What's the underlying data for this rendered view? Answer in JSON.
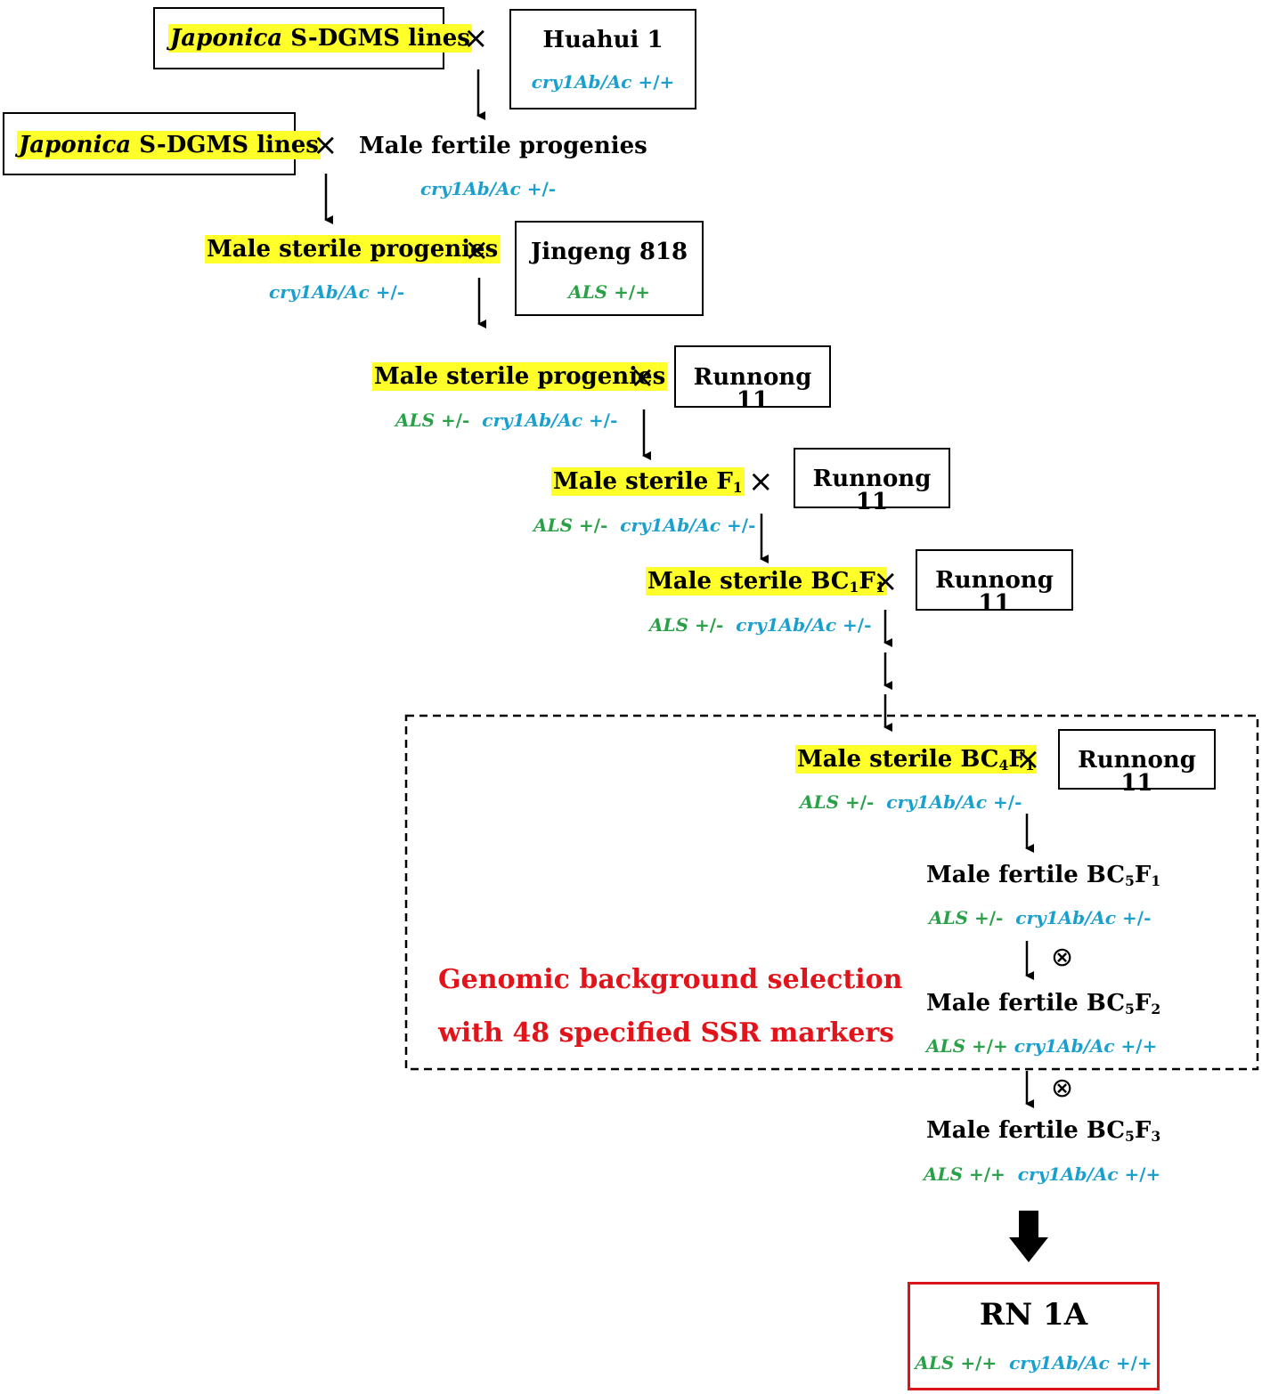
{
  "rows": {
    "r1": {
      "japonica_italic": "Japonica",
      "japonica_rest": " S-DGMS lines",
      "cross": "×",
      "partner": "Huahui 1",
      "partner_cry": "cry1Ab/Ac",
      "partner_cry_val": " +/+"
    },
    "r2": {
      "japonica_italic": "Japonica",
      "japonica_rest": " S-DGMS lines",
      "cross": "×",
      "progeny": "Male fertile progenies",
      "cry": "cry1Ab/Ac",
      "cry_val": " +/-"
    },
    "r3": {
      "label": "Male sterile progenies",
      "cross": "×",
      "cry": "cry1Ab/Ac",
      "cry_val": " +/-",
      "partner": "Jingeng 818",
      "partner_als": "ALS",
      "partner_als_val": " +/+"
    },
    "r4": {
      "label": "Male sterile progenies",
      "cross": "×",
      "partner": "Runnong 11",
      "als": "ALS",
      "als_val": " +/-",
      "cry": "cry1Ab/Ac",
      "cry_val": " +/-"
    },
    "r5": {
      "label": "Male sterile F",
      "sub": "1",
      "cross": "×",
      "partner": "Runnong 11",
      "als": "ALS",
      "als_val": " +/-",
      "cry": "cry1Ab/Ac",
      "cry_val": " +/-"
    },
    "r6": {
      "label": "Male sterile BC",
      "sub1": "1",
      "mid": "F",
      "sub2": "1",
      "cross": "×",
      "partner": "Runnong 11",
      "als": "ALS",
      "als_val": " +/-",
      "cry": "cry1Ab/Ac",
      "cry_val": " +/-"
    },
    "r7": {
      "label": "Male sterile BC",
      "sub1": "4",
      "mid": "F",
      "sub2": "1",
      "cross": "×",
      "partner": "Runnong 11",
      "als": "ALS",
      "als_val": " +/-",
      "cry": "cry1Ab/Ac",
      "cry_val": " +/-"
    },
    "r8": {
      "label": "Male fertile BC",
      "sub1": "5",
      "mid": "F",
      "sub2": "1",
      "als": "ALS",
      "als_val": " +/-",
      "cry": "cry1Ab/Ac",
      "cry_val": " +/-"
    },
    "r9": {
      "label": "Male fertile BC",
      "sub1": "5",
      "mid": "F",
      "sub2": "2",
      "self": "⊗",
      "als": "ALS",
      "als_val": " +/+",
      "cry": "cry1Ab/Ac",
      "cry_val": " +/+"
    },
    "r10": {
      "label": "Male fertile BC",
      "sub1": "5",
      "mid": "F",
      "sub2": "3",
      "self": "⊗",
      "als": "ALS",
      "als_val": " +/+",
      "cry": "cry1Ab/Ac",
      "cry_val": " +/+"
    },
    "final": {
      "title": "RN 1A",
      "als": "ALS",
      "als_val": " +/+",
      "cry": "cry1Ab/Ac",
      "cry_val": " +/+"
    }
  },
  "selection_note": {
    "line1": "Genomic background selection",
    "line2": "with 48 specified SSR markers"
  },
  "colors": {
    "highlight": "#ffff2a",
    "als": "#2aa148",
    "cry": "#1aa0cf",
    "note": "#e0141a",
    "final_border": "#d9141a"
  }
}
